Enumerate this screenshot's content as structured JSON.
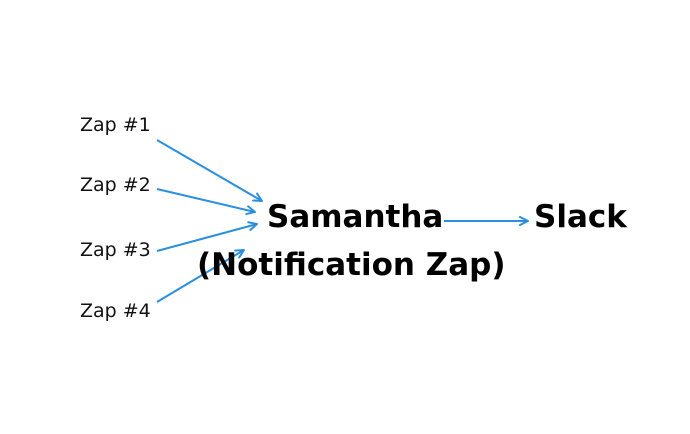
{
  "diagram": {
    "sources": [
      {
        "label": "Zap #1"
      },
      {
        "label": "Zap #2"
      },
      {
        "label": "Zap #3"
      },
      {
        "label": "Zap #4"
      }
    ],
    "hub": {
      "name": "Samantha",
      "subtitle": "(Notification Zap)"
    },
    "target": {
      "label": "Slack"
    },
    "colors": {
      "arrow": "#2b8fe0",
      "text": "#111111"
    }
  }
}
